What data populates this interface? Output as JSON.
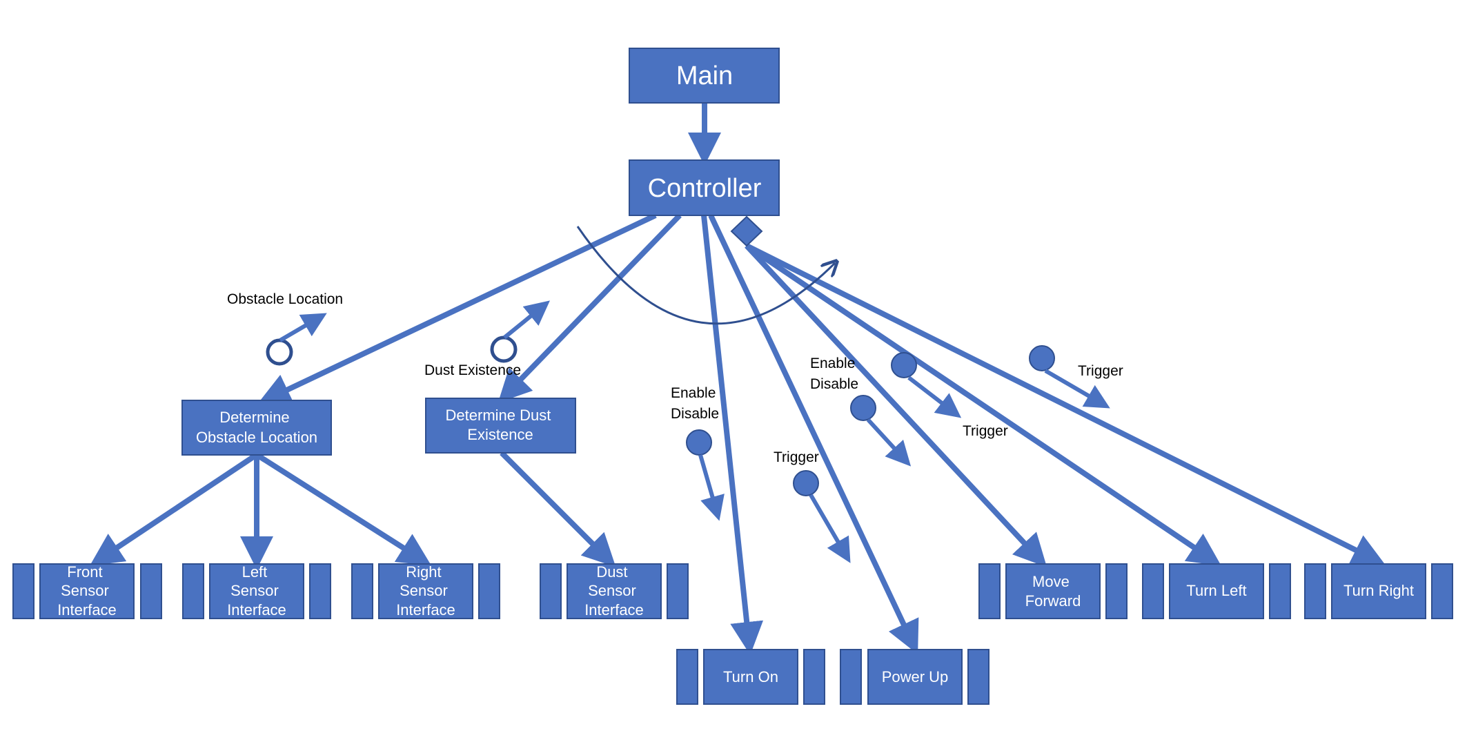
{
  "colors": {
    "box_fill": "#4a72c1",
    "box_stroke": "#2f4f8f",
    "edge": "#4a72c1",
    "arc": "#2f4f8f",
    "text_on_box": "#ffffff",
    "annotation_text": "#000000"
  },
  "modules": {
    "main": "Main",
    "controller": "Controller",
    "determine_obstacle": [
      "Determine",
      "Obstacle Location"
    ],
    "determine_dust": [
      "Determine Dust",
      "Existence"
    ],
    "front_sensor": [
      "Front",
      "Sensor",
      "Interface"
    ],
    "left_sensor": [
      "Left",
      "Sensor",
      "Interface"
    ],
    "right_sensor": [
      "Right",
      "Sensor",
      "Interface"
    ],
    "dust_sensor": [
      "Dust",
      "Sensor",
      "Interface"
    ],
    "turn_on": "Turn On",
    "power_up": "Power Up",
    "move_forward": [
      "Move",
      "Forward"
    ],
    "turn_left": "Turn Left",
    "turn_right": "Turn Right"
  },
  "annotations": {
    "obstacle_location": "Obstacle Location",
    "dust_existence": "Dust Existence",
    "enable_disable_turn_on": [
      "Enable",
      "Disable"
    ],
    "trigger_power_up": "Trigger",
    "enable_disable_move": [
      "Enable",
      "Disable"
    ],
    "trigger_turn_left": "Trigger",
    "trigger_turn_right": "Trigger"
  },
  "couple_types": {
    "data_couple": "open-circle",
    "control_flag": "filled-circle",
    "conditional_call": "diamond",
    "iteration": "loop-arc"
  }
}
